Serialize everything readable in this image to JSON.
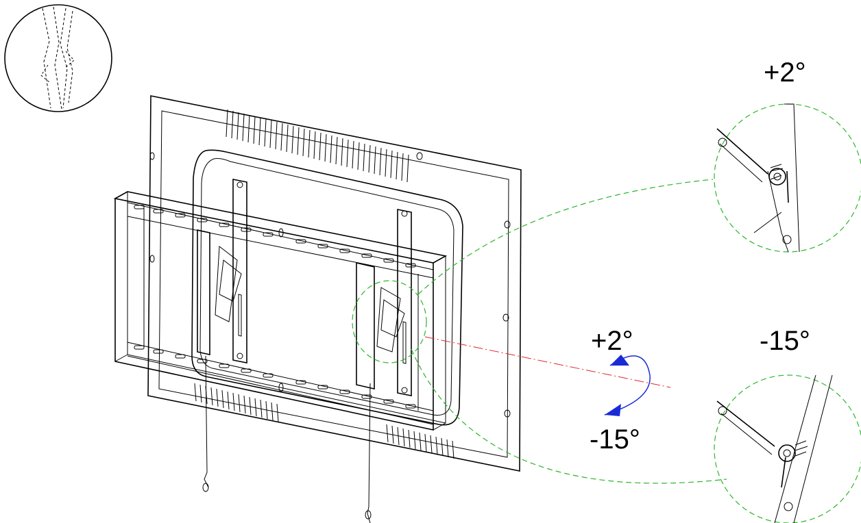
{
  "labels": {
    "tilt_up_detail": "+2°",
    "tilt_down_detail": "-15°",
    "arrow_up": "+2°",
    "arrow_down": "-15°"
  },
  "colors": {
    "line": "#000000",
    "detail_circle": "#2bb52b",
    "tilt_arrow": "#1a2bd6",
    "axis": "#e0282a"
  },
  "icons": {
    "inset": "tilt-profile-icon",
    "arrow": "curved-tilt-arrow-icon"
  }
}
